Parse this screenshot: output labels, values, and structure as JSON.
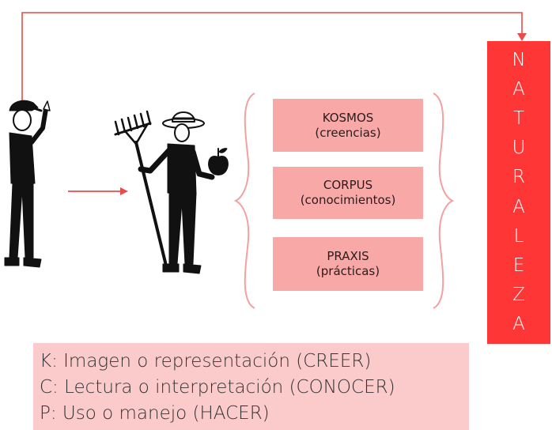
{
  "boxes": [
    {
      "title": "KOSMOS",
      "subtitle": "(creencias)"
    },
    {
      "title": "CORPUS",
      "subtitle": "(conocimientos)"
    },
    {
      "title": "PRAXIS",
      "subtitle": "(prácticas)"
    }
  ],
  "naturaleza": [
    "N",
    "A",
    "T",
    "U",
    "R",
    "A",
    "L",
    "E",
    "Z",
    "A"
  ],
  "legend": [
    "K: Imagen o representación (CREER)",
    "C: Lectura o interpretación (CONOCER)",
    "P: Uso o manejo (HACER)"
  ],
  "colors": {
    "accent": "#ff3636",
    "box": "#f9a8a8",
    "legend_bg": "#fbcaca",
    "line": "#e94a4a"
  },
  "icons": [
    "person-waving-icon",
    "farmer-with-rake-and-apple-icon"
  ]
}
